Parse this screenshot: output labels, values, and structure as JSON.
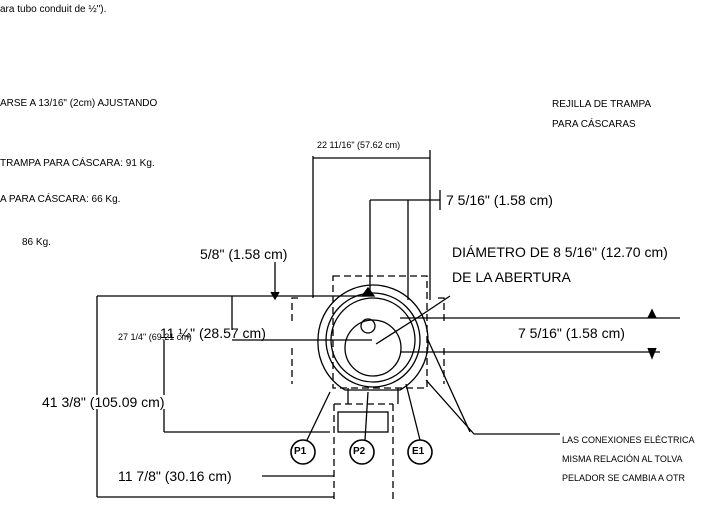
{
  "notes": {
    "conduit": "ara tubo conduit de ½\").",
    "adjust": "ARSE A 13/16\" (2cm) AJUSTANDO",
    "weight_trap": "TRAMPA PARA CÁSCARA: 91 Kg.",
    "weight_no_trap": "A PARA CÁSCARA: 66 Kg.",
    "weight_other": "86 Kg.",
    "grille_line1": "REJILLA DE TRAMPA",
    "grille_line2": "PARA CÁSCARAS",
    "electrical_line1": "LAS CONEXIONES ELÉCTRICA",
    "electrical_line2": "MISMA RELACIÓN AL TOLVA",
    "electrical_line3": "PELADOR SE CAMBIA A OTR"
  },
  "dimensions": {
    "width_overall": "22 11/16\" (57.62 cm)",
    "offset_top": "7 5/16\" (1.58 cm)",
    "small_gap": "5/8\" (1.58 cm)",
    "opening_line1": "DIÁMETRO DE 8 5/16\" (12.70 cm)",
    "opening_line2": "DE LA ABERTURA",
    "height_center": "11 ¼\" (28.57 cm)",
    "offset_right": "7 5/16\" (1.58 cm)",
    "height_mid": "27 1/4\" (69.21 cm)",
    "height_total": "41 3/8\" (105.09 cm)",
    "height_base": "11 7/8\" (30.16 cm)"
  },
  "callouts": {
    "p1": "P1",
    "p2": "P2",
    "e1": "E1"
  }
}
